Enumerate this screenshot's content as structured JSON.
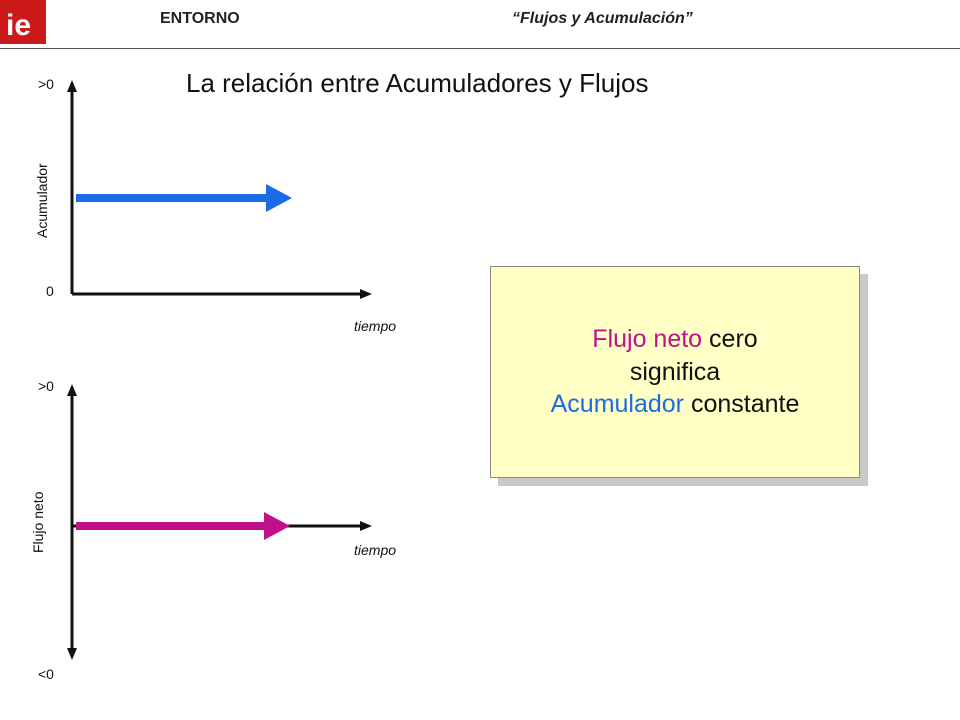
{
  "header": {
    "logo_text": "ie",
    "left": "ENTORNO",
    "right": "“Flujos y Acumulación”"
  },
  "title": "La relación entre Acumuladores y Flujos",
  "top_chart": {
    "y_label": "Acumulador",
    "y_top": ">0",
    "y_zero": "0",
    "x_label": "tiempo",
    "arrow_color": "#1b6be8"
  },
  "bottom_chart": {
    "y_label": "Flujo neto",
    "y_top": ">0",
    "y_bottom": "<0",
    "x_label": "tiempo",
    "arrow_color": "#c0108c"
  },
  "note": {
    "line1_a": "Flujo neto",
    "line1_b": " cero",
    "line2": "significa",
    "line3_a": "Acumulador",
    "line3_b": " constante",
    "accent_magenta": "#c0108c",
    "accent_blue": "#1b6be8",
    "background": "#ffffc6"
  }
}
